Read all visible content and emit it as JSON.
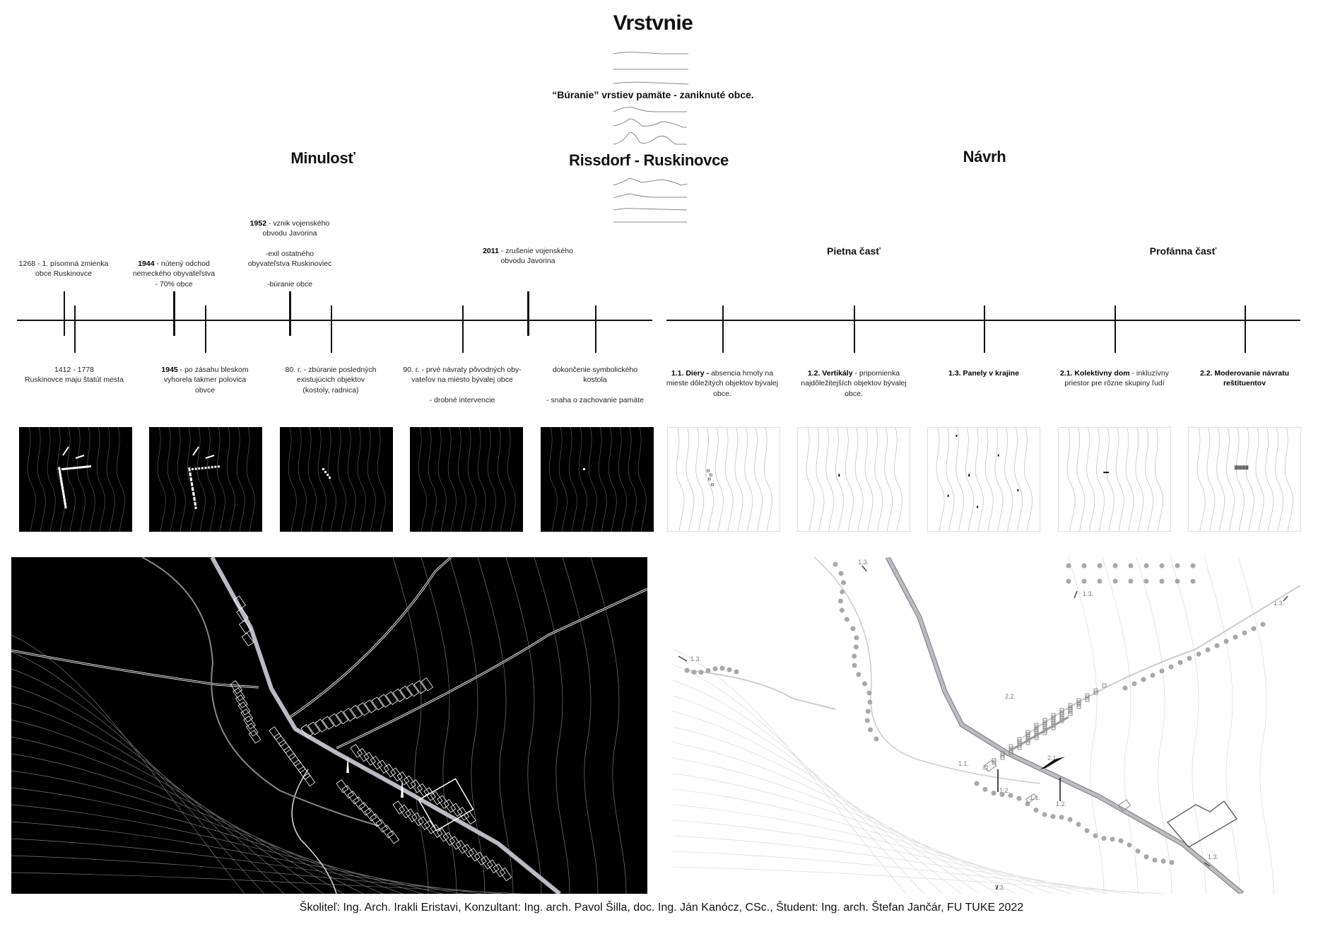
{
  "header": {
    "title": "Vrstvnie",
    "subtitle": "“Búranie” vrstiev pamäte - zaniknuté obce.",
    "center_title": "Rissdorf - Ruskinovce",
    "past_heading": "Minulosť",
    "design_heading": "Návrh"
  },
  "past_timeline": {
    "above": [
      {
        "bold": "",
        "text": "1268 - 1. písomná zmienka\nobce Ruskinovce"
      },
      {
        "bold": "1944",
        "text": " - nútený odchod\nnemeckého obyvateľstva\n- 70% obce"
      },
      {
        "bold": "1952",
        "text": " - vznik vojenského\nobvodu Javorina\n\n-exil ostatného\nobyvateľstva Ruskinoviec\n\n-búranie obce"
      },
      {
        "bold": "2011",
        "text": " - zrušenie vojenského\nobvodu Javorina"
      }
    ],
    "below": [
      {
        "bold": "",
        "text": "1412 - 1778\nRuskinovce maju štatút mesta"
      },
      {
        "bold": "1945",
        "text": " - po zásahu bleskom\nvyhorela takmer polovica\nobvce"
      },
      {
        "bold": "",
        "text": "80. r. - zbúranie posledných\nexistujúcich objektov\n(kostoly, radnica)"
      },
      {
        "bold": "",
        "text": "90. r. - prvé návraty pôvodných oby-\nvateľov na miesto bývalej obce\n\n- drobné intervencie"
      },
      {
        "bold": "",
        "text": "dokončenie symbolického\nkostola\n\n- snaha o zachovanie pamäte"
      }
    ]
  },
  "design_timeline": {
    "pietna": "Pietna časť",
    "profanna": "Profánna časť",
    "items": [
      {
        "bold": "1.1. Diery -",
        "text": " absencia hmoty na\nmieste dôležitých objektov bývalej\nobce."
      },
      {
        "bold": "1.2. Vertikály",
        "text": "  - pripomienka\nnajdôležitejších objektov bývalej\nobce."
      },
      {
        "bold": "1.3. Panely v krajine",
        "text": ""
      },
      {
        "bold": "2.1. Kolektívny dom",
        "text": " - inkluzívny\npriestor pre rôzne skupiny ľudí"
      },
      {
        "bold": "2.2. Moderovanie návratu\nreštituentov",
        "text": ""
      }
    ]
  },
  "design_map": {
    "labels": {
      "l13a": "1.3.",
      "l13b": "1.3.",
      "l13c": "1.3.",
      "l13d": "1.3.",
      "l13e": "1.3.",
      "l13f": "1.3.",
      "l22": "2.2.",
      "l21": "2.1.",
      "l11a": "1.1.",
      "l11b": "1.1.",
      "l12a": "1.2.",
      "l12b": "1.2."
    }
  },
  "colors": {
    "road": "#b9bcc4",
    "tree": "#a8a8a8",
    "ink": "#111111"
  },
  "footer": "Školiteľ: Ing. Arch. Irakli Eristavi, Konzultant: Ing. arch. Pavol Šilla, doc. Ing. Ján Kanócz, CSc., Študent: Ing. arch. Štefan Jančár, FU TUKE 2022"
}
